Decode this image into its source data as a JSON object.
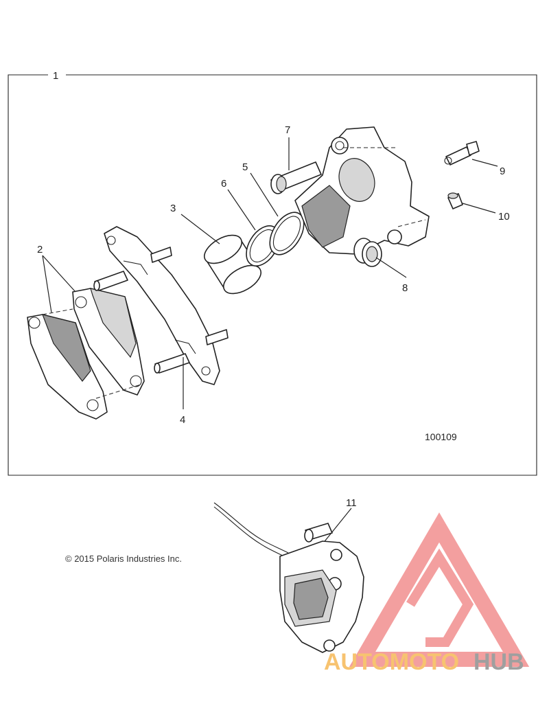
{
  "callouts": {
    "c1": "1",
    "c2": "2",
    "c3": "3",
    "c4": "4",
    "c5": "5",
    "c6": "6",
    "c7": "7",
    "c8": "8",
    "c9": "9",
    "c10": "10",
    "c11": "11"
  },
  "figure_number": "100109",
  "copyright": "© 2015 Polaris Industries Inc.",
  "watermark": {
    "part1": "AUTOMOTO",
    "part2": "HUB"
  },
  "colors": {
    "watermark_red": "#f08080",
    "watermark_orange": "#f5b041",
    "watermark_gray": "#7f7f7f"
  }
}
